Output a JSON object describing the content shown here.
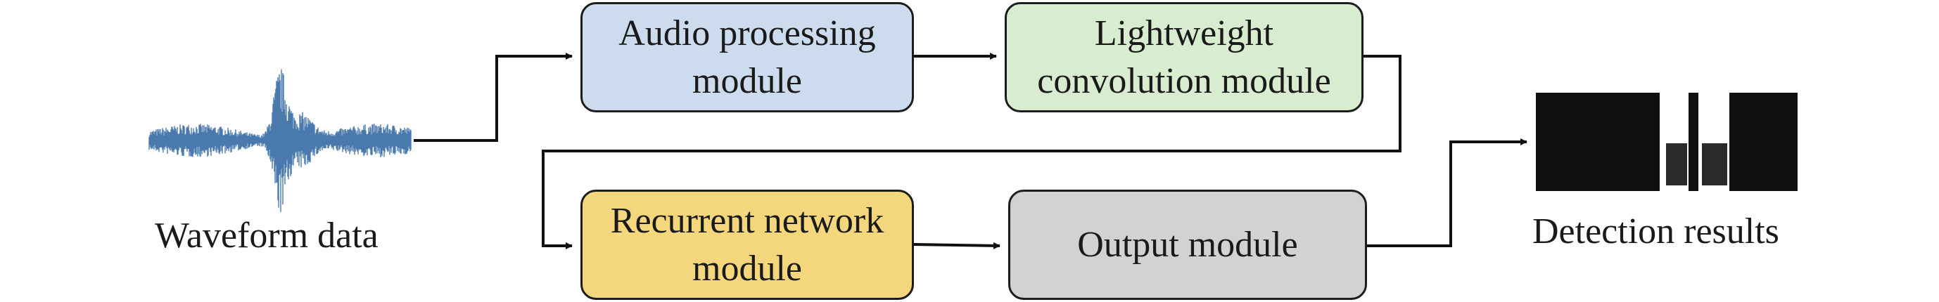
{
  "waveform": {
    "caption": "Waveform data"
  },
  "modules": {
    "audio": {
      "line1": "Audio processing",
      "line2": "module"
    },
    "conv": {
      "line1": "Lightweight",
      "line2": "convolution module"
    },
    "rnn": {
      "line1": "Recurrent network",
      "line2": "module"
    },
    "output": {
      "line1": "Output module"
    }
  },
  "detection": {
    "caption": "Detection results"
  },
  "colors": {
    "audio_fill": "#ccdcee",
    "conv_fill": "#d8ecd0",
    "rnn_fill": "#f4d67c",
    "output_fill": "#d2d2d2",
    "waveform": "#4a79ad",
    "detection_bg": "#101010",
    "detection_mark": "#ffffff"
  }
}
